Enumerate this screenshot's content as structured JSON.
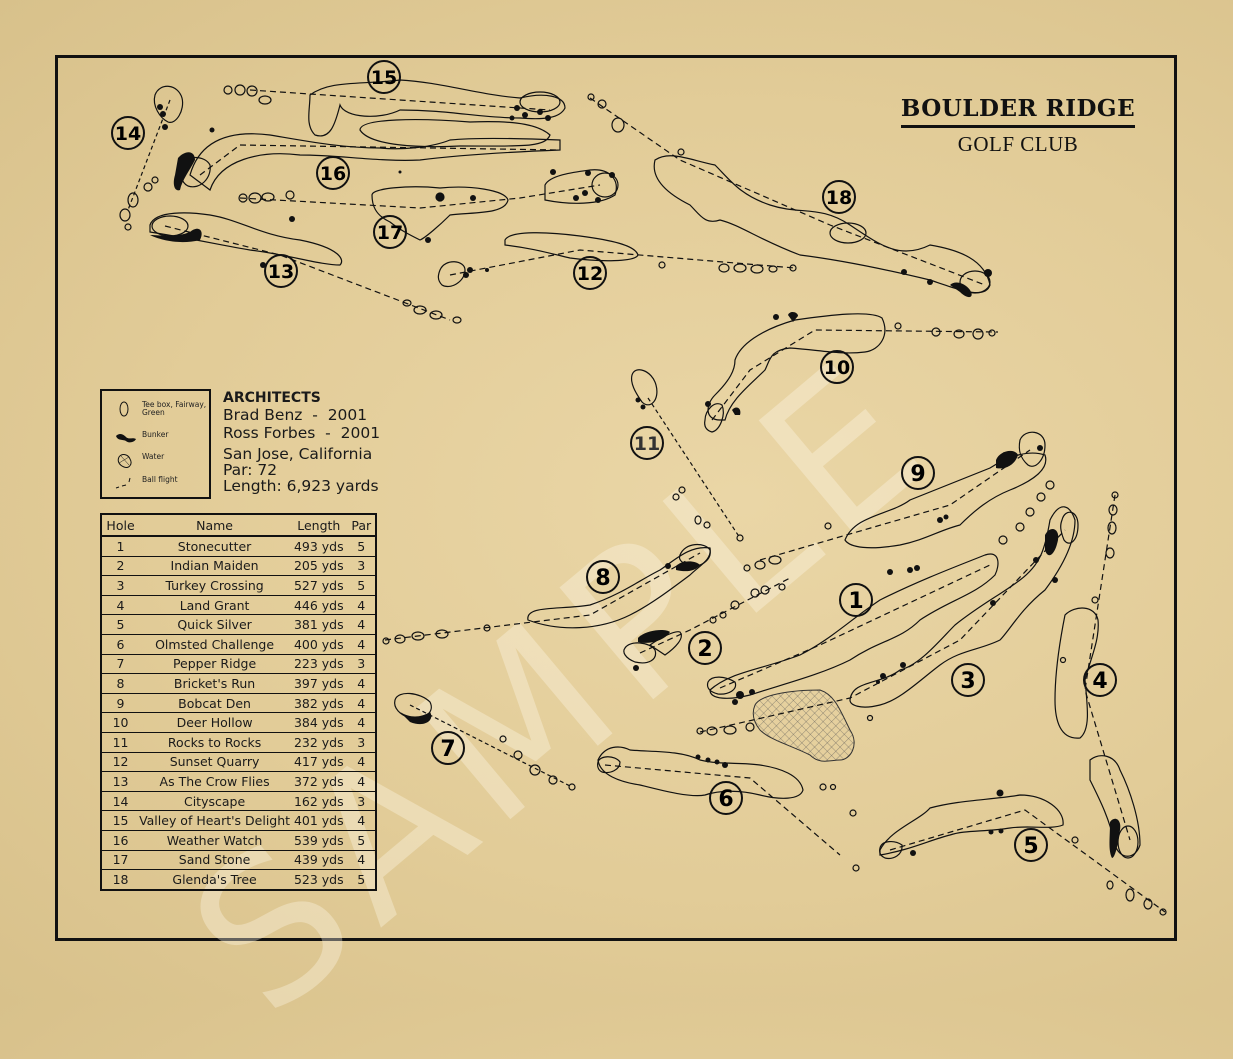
{
  "title": {
    "main": "BOULDER RIDGE",
    "sub": "GOLF CLUB"
  },
  "watermark": "SAMPLE",
  "legend": {
    "items": [
      {
        "icon": "tee-fairway-green-icon",
        "label": "Tee box, Fairway, Green"
      },
      {
        "icon": "bunker-icon",
        "label": "Bunker"
      },
      {
        "icon": "water-icon",
        "label": "Water"
      },
      {
        "icon": "ball-flight-icon",
        "label": "Ball flight"
      }
    ]
  },
  "info": {
    "heading": "ARCHITECTS",
    "architects": [
      "Brad Benz  -  2001",
      "Ross Forbes  -  2001"
    ],
    "location": "San Jose, California",
    "par": "Par: 72",
    "length": "Length: 6,923 yards"
  },
  "scorecard": {
    "headers": [
      "Hole",
      "Name",
      "Length",
      "Par"
    ],
    "rows": [
      {
        "hole": "1",
        "name": "Stonecutter",
        "length": "493 yds",
        "par": "5"
      },
      {
        "hole": "2",
        "name": "Indian Maiden",
        "length": "205 yds",
        "par": "3"
      },
      {
        "hole": "3",
        "name": "Turkey Crossing",
        "length": "527 yds",
        "par": "5"
      },
      {
        "hole": "4",
        "name": "Land Grant",
        "length": "446 yds",
        "par": "4"
      },
      {
        "hole": "5",
        "name": "Quick Silver",
        "length": "381 yds",
        "par": "4"
      },
      {
        "hole": "6",
        "name": "Olmsted Challenge",
        "length": "400 yds",
        "par": "4"
      },
      {
        "hole": "7",
        "name": "Pepper Ridge",
        "length": "223 yds",
        "par": "3"
      },
      {
        "hole": "8",
        "name": "Bricket's Run",
        "length": "397 yds",
        "par": "4"
      },
      {
        "hole": "9",
        "name": "Bobcat Den",
        "length": "382 yds",
        "par": "4"
      },
      {
        "hole": "10",
        "name": "Deer Hollow",
        "length": "384 yds",
        "par": "4"
      },
      {
        "hole": "11",
        "name": "Rocks to Rocks",
        "length": "232 yds",
        "par": "3"
      },
      {
        "hole": "12",
        "name": "Sunset Quarry",
        "length": "417 yds",
        "par": "4"
      },
      {
        "hole": "13",
        "name": "As The Crow Flies",
        "length": "372 yds",
        "par": "4"
      },
      {
        "hole": "14",
        "name": "Cityscape",
        "length": "162 yds",
        "par": "3"
      },
      {
        "hole": "15",
        "name": "Valley of Heart's Delight",
        "length": "401 yds",
        "par": "4"
      },
      {
        "hole": "16",
        "name": "Weather Watch",
        "length": "539 yds",
        "par": "5"
      },
      {
        "hole": "17",
        "name": "Sand Stone",
        "length": "439 yds",
        "par": "4"
      },
      {
        "hole": "18",
        "name": "Glenda's Tree",
        "length": "523 yds",
        "par": "5"
      }
    ]
  },
  "map": {
    "hole_labels": [
      "1",
      "2",
      "3",
      "4",
      "5",
      "6",
      "7",
      "8",
      "9",
      "10",
      "11",
      "12",
      "13",
      "14",
      "15",
      "16",
      "17",
      "18"
    ]
  },
  "colors": {
    "paper": "#e2cc98",
    "ink": "#111111",
    "watermark": "#f6efdc"
  }
}
